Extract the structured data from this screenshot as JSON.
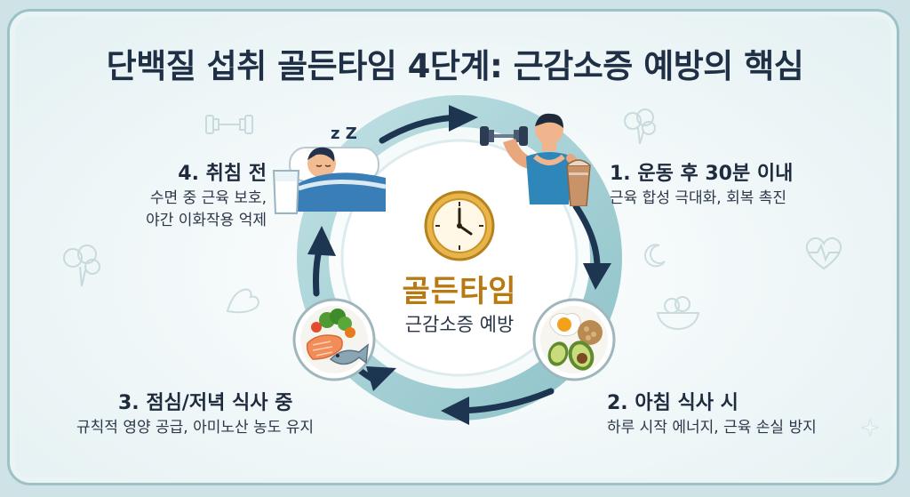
{
  "title": "단백질 섭취 골든타임 4단계: 근감소증 예방의 핵심",
  "center": {
    "label": "골든타임",
    "sublabel": "근감소증 예방"
  },
  "steps": [
    {
      "title": "1. 운동 후 30분 이내",
      "desc": [
        "근육 합성 극대화, 회복 촉진"
      ],
      "icon": "dumbbell-man-shake"
    },
    {
      "title": "2. 아침 식사 시",
      "desc": [
        "하루 시작 에너지, 근육 손실 방지"
      ],
      "icon": "egg-avocado-plate"
    },
    {
      "title": "3. 점심/저녁 식사 중",
      "desc": [
        "규칙적 영양 공급, 아미노산 농도 유지"
      ],
      "icon": "salmon-veg-plate"
    },
    {
      "title": "4. 취침 전",
      "desc": [
        "수면 중 근육 보호,",
        "야간 이화작용 억제"
      ],
      "icon": "sleeping-milk"
    }
  ],
  "sleep_text": "z Z",
  "colors": {
    "ring": "#a9d2d6",
    "ring_light": "#cfe7ea",
    "arrow": "#1d3550",
    "accent": "#b87a10",
    "title": "#1f2f45"
  }
}
